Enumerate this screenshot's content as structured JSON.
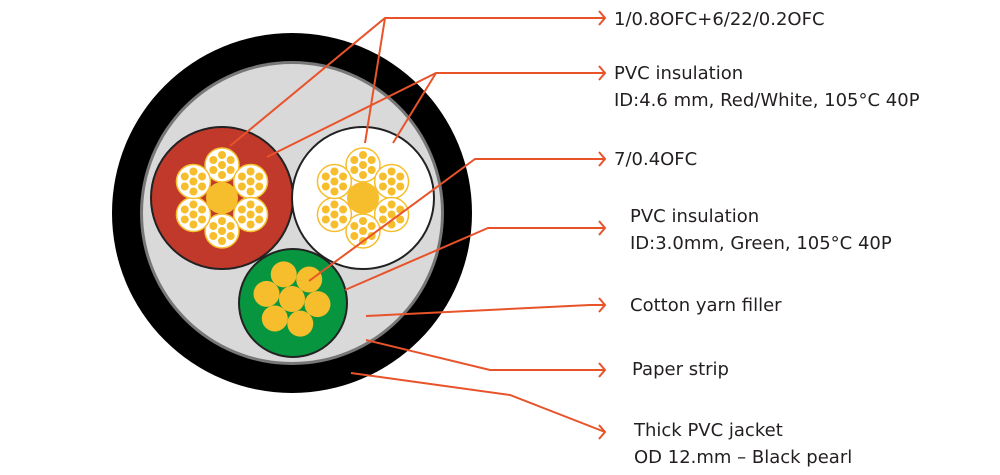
{
  "colors": {
    "leader": "#E8532A",
    "jacket": "#000000",
    "filler": "#D9D9D9",
    "paper_strip": "#777777",
    "red_insulation": "#C0392B",
    "white_insulation": "#FFFFFF",
    "green_insulation": "#07963F",
    "conductor": "#F6BE2C"
  },
  "labels": {
    "conductor_main": "1/0.8OFC+6/22/0.2OFC",
    "insulation_main_title": "PVC insulation",
    "insulation_main_detail": "ID:4.6 mm, Red/White, 105°C 40P",
    "conductor_ground": "7/0.4OFC",
    "insulation_ground_title": "PVC insulation",
    "insulation_ground_detail": "ID:3.0mm, Green, 105°C 40P",
    "filler": "Cotton yarn filler",
    "paper": "Paper strip",
    "jacket_title": "Thick PVC jacket",
    "jacket_detail": "OD 12.mm – Black pearl"
  }
}
